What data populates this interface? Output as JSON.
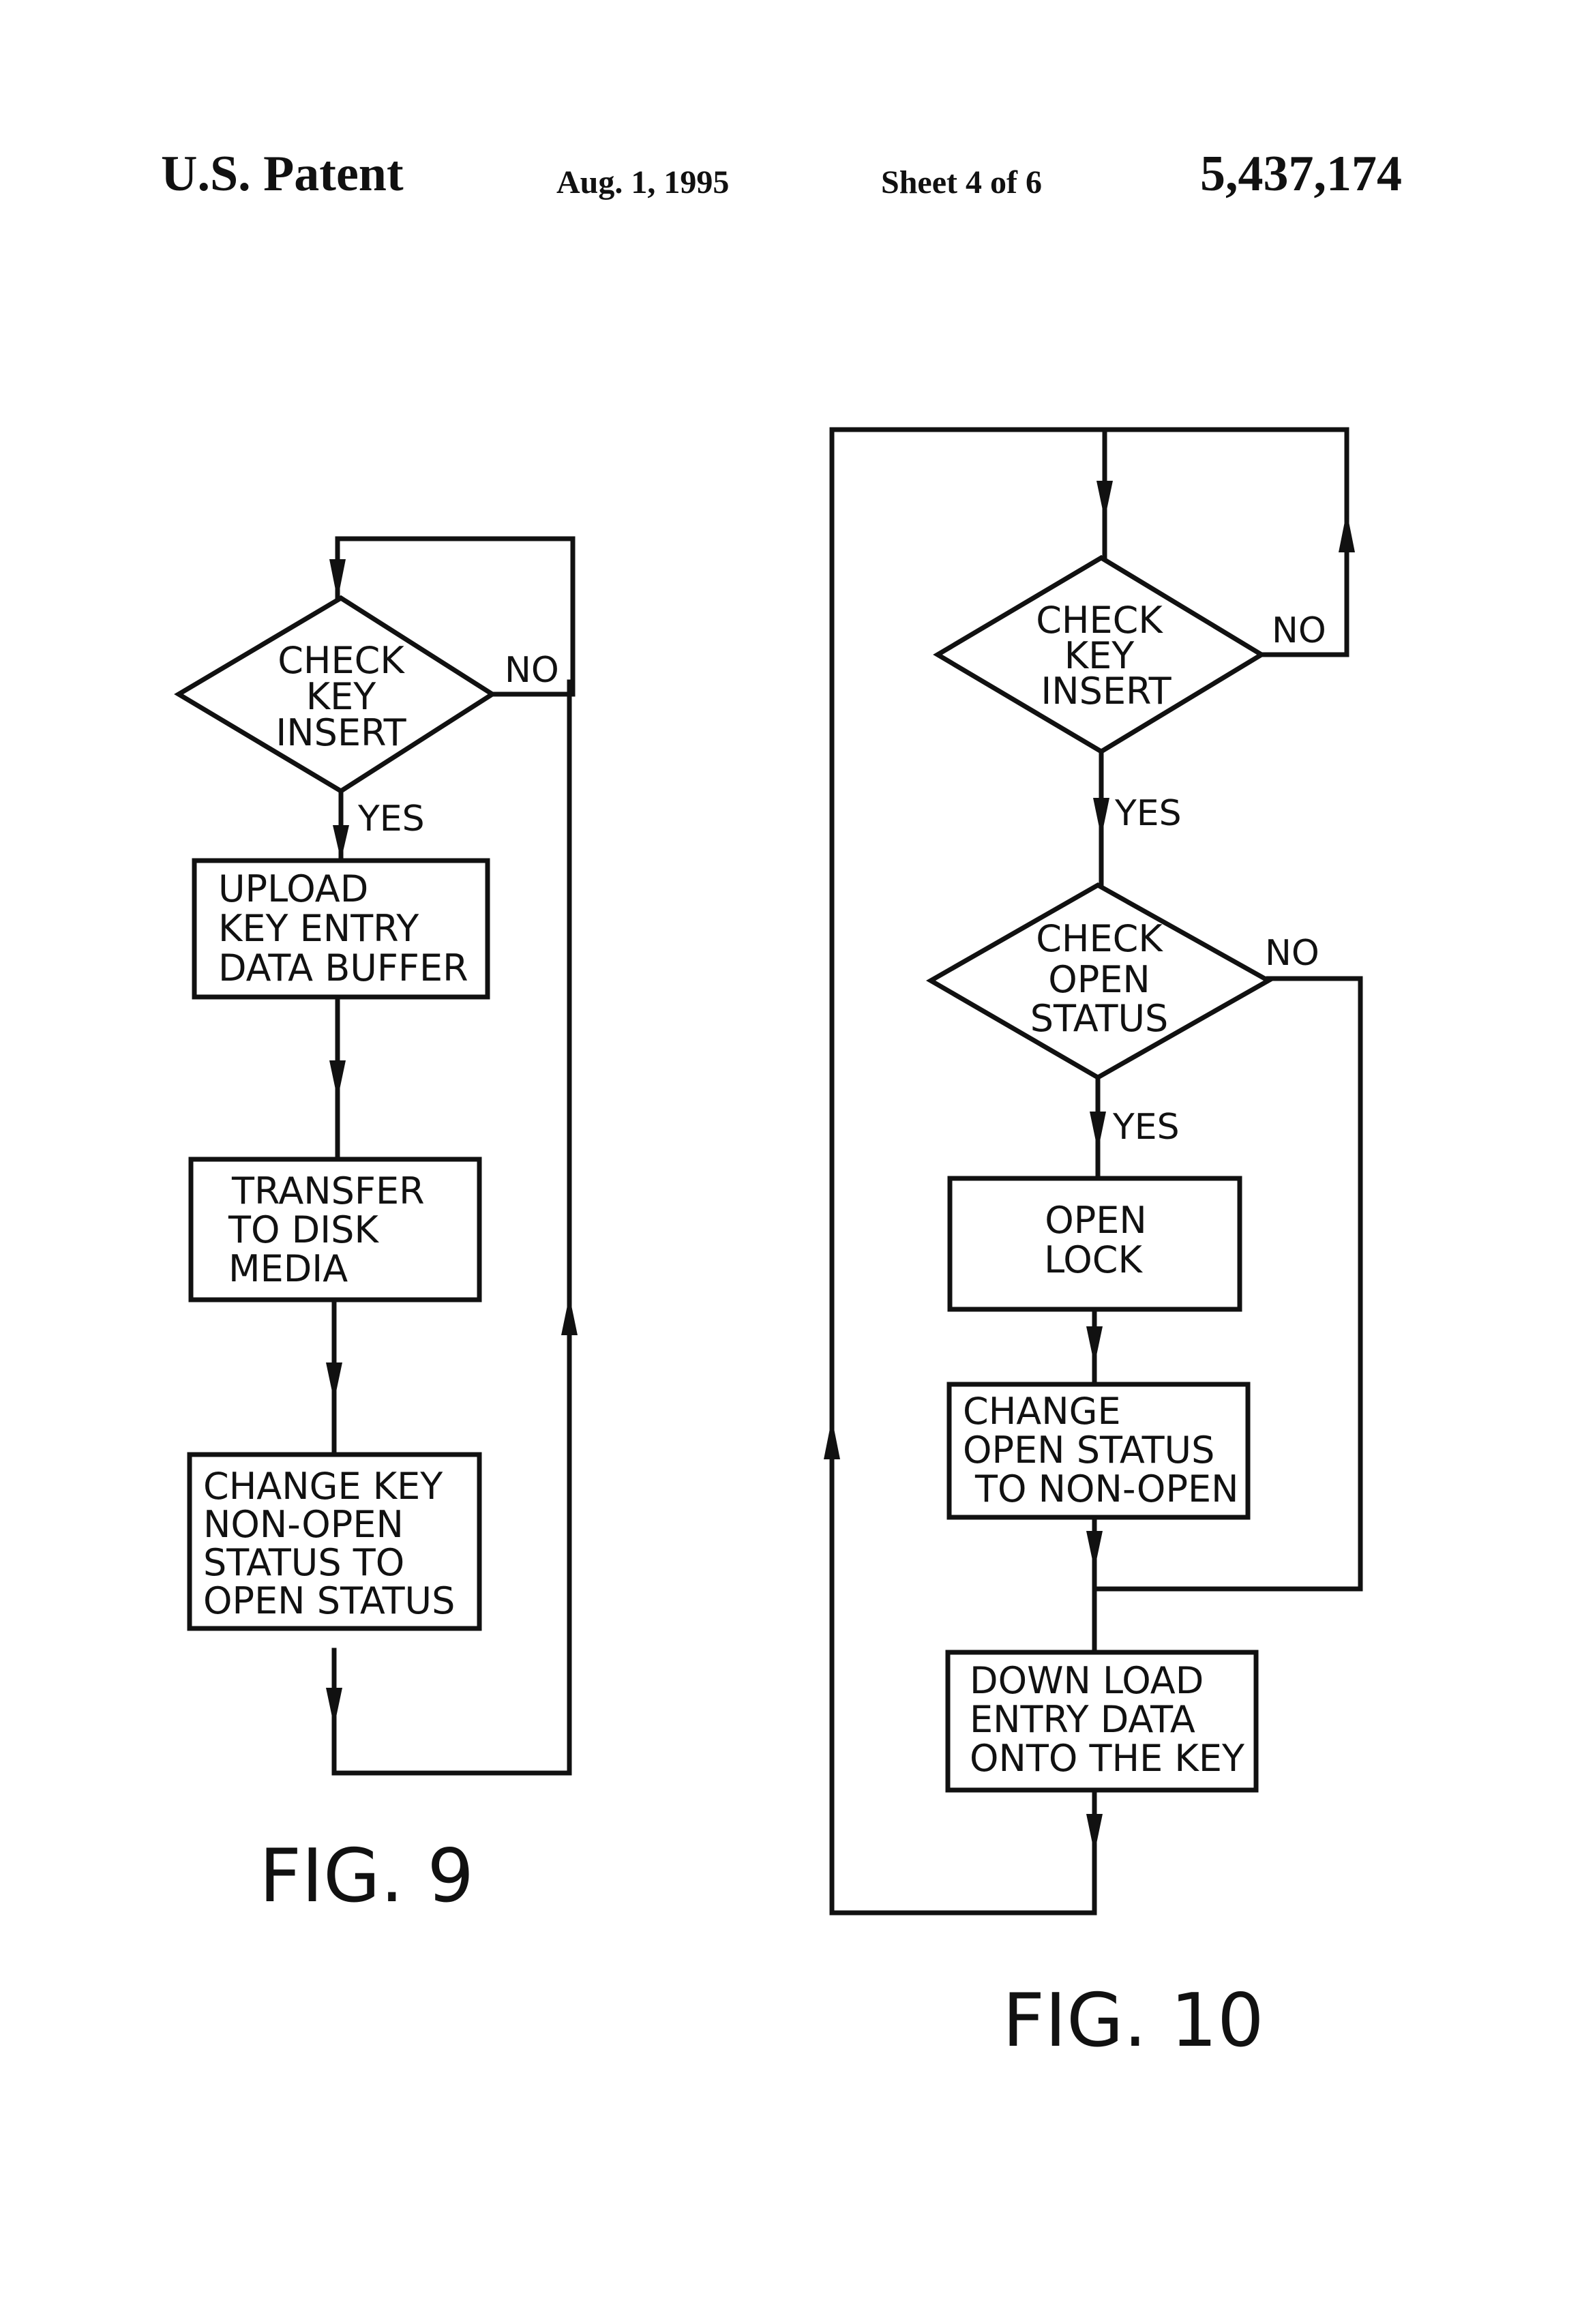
{
  "header": {
    "left": "U.S. Patent",
    "date": "Aug. 1, 1995",
    "sheet": "Sheet 4 of 6",
    "patent_number": "5,437,174"
  },
  "fig9": {
    "decision_check_key_insert": [
      "CHECK",
      "KEY",
      "INSERT"
    ],
    "no_label": "NO",
    "yes_label": "YES",
    "box_upload": [
      "UPLOAD",
      "KEY ENTRY",
      "DATA BUFFER"
    ],
    "box_transfer": [
      "TRANSFER",
      "TO DISK",
      "MEDIA"
    ],
    "box_change": [
      "CHANGE KEY",
      "NON-OPEN",
      "STATUS TO",
      "OPEN STATUS"
    ],
    "caption": "FIG. 9"
  },
  "fig10": {
    "decision_check_key_insert": [
      "CHECK",
      "KEY",
      "INSERT"
    ],
    "decision_check_open_status": [
      "CHECK",
      "OPEN",
      "STATUS"
    ],
    "no_label_1": "NO",
    "no_label_2": "NO",
    "yes_label_1": "YES",
    "yes_label_2": "YES",
    "box_open_lock": [
      "OPEN",
      "LOCK"
    ],
    "box_change_status": [
      "CHANGE",
      "OPEN STATUS",
      "TO NON-OPEN"
    ],
    "box_download": [
      "DOWN LOAD",
      "ENTRY DATA",
      "ONTO THE KEY"
    ],
    "caption": "FIG. 10"
  },
  "colors": {
    "ink": "#111111",
    "paper": "#ffffff"
  }
}
